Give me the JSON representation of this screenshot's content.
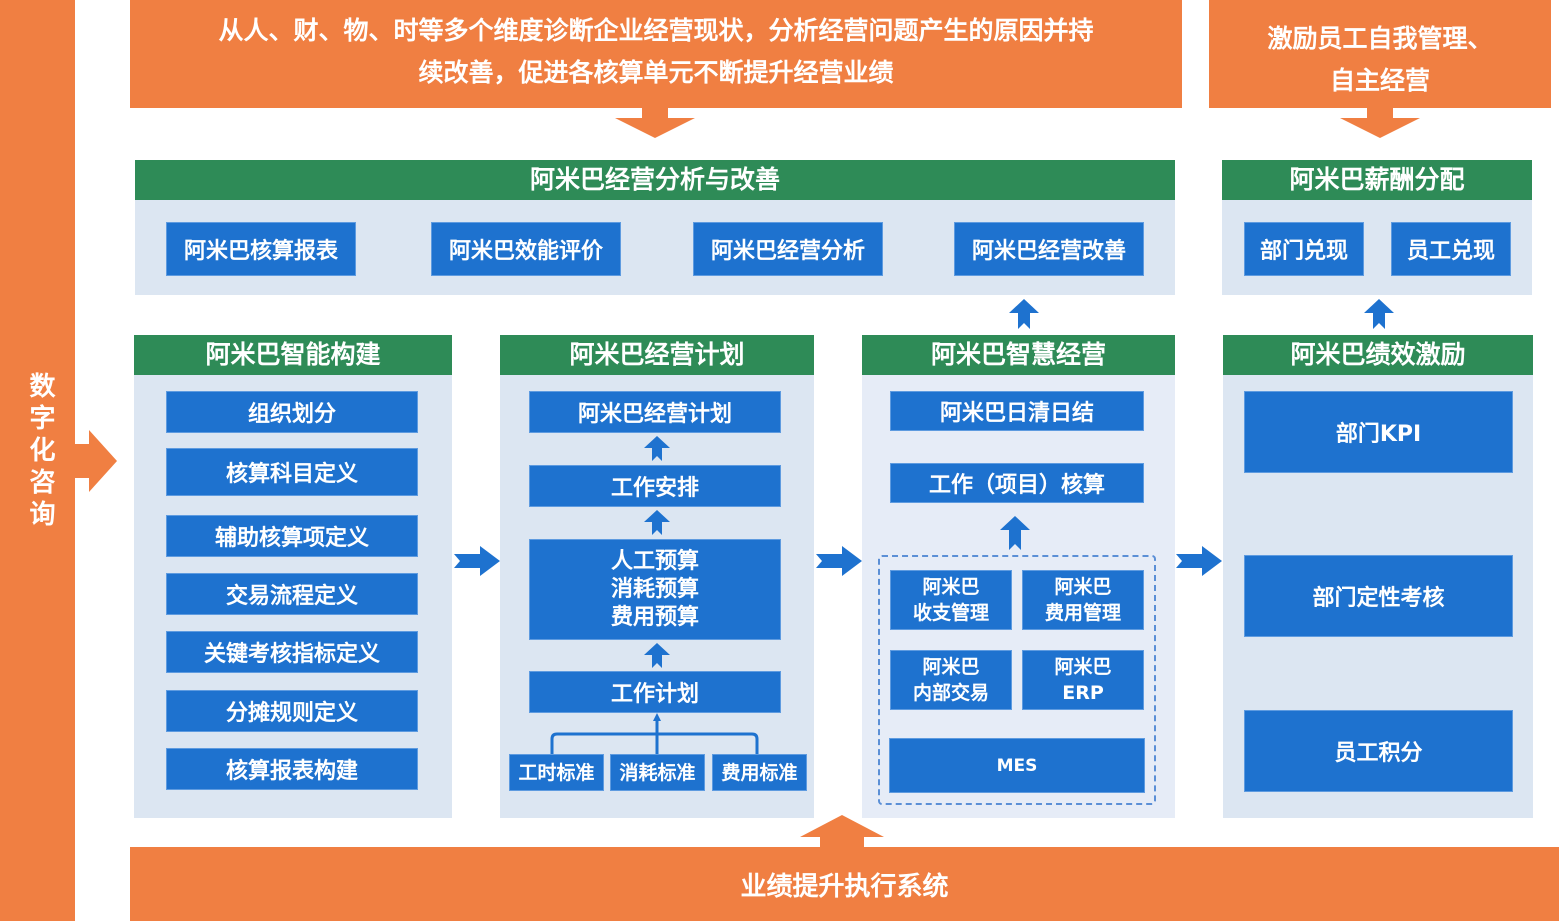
{
  "left_bar": {
    "label": "数字化咨询"
  },
  "top_banner": {
    "text_line1": "从人、财、物、时等多个维度诊断企业经营现状，分析经营问题产生的原因并持",
    "text_line2": "续改善，促进各核算单元不断提升经营业绩"
  },
  "top_right_banner": {
    "text_line1": "激励员工自我管理、",
    "text_line2": "自主经营"
  },
  "analysis_section": {
    "title": "阿米巴经营分析与改善",
    "items": [
      "阿米巴核算报表",
      "阿米巴效能评价",
      "阿米巴经营分析",
      "阿米巴经营改善"
    ]
  },
  "salary_section": {
    "title": "阿米巴薪酬分配",
    "items": [
      "部门兑现",
      "员工兑现"
    ]
  },
  "build_column": {
    "title": "阿米巴智能构建",
    "items": [
      "组织划分",
      "核算科目定义",
      "辅助核算项定义",
      "交易流程定义",
      "关键考核指标定义",
      "分摊规则定义",
      "核算报表构建"
    ]
  },
  "plan_column": {
    "title": "阿米巴经营计划",
    "top": "阿米巴经营计划",
    "arrange": "工作安排",
    "budget_lines": [
      "人工预算",
      "消耗预算",
      "费用预算"
    ],
    "work_plan": "工作计划",
    "standards": [
      "工时标准",
      "消耗标准",
      "费用标准"
    ]
  },
  "smart_column": {
    "title": "阿米巴智慧经营",
    "daily": "阿米巴日清日结",
    "project": "工作（项目）核算",
    "systems": [
      {
        "line1": "阿米巴",
        "line2": "收支管理"
      },
      {
        "line1": "阿米巴",
        "line2": "费用管理"
      },
      {
        "line1": "阿米巴",
        "line2": "内部交易"
      },
      {
        "line1": "阿米巴",
        "line2": "ERP"
      }
    ],
    "mes": "MES"
  },
  "incentive_column": {
    "title": "阿米巴绩效激励",
    "items": [
      "部门KPI",
      "部门定性考核",
      "员工积分"
    ]
  },
  "bottom_banner": {
    "label": "业绩提升执行系统"
  },
  "colors": {
    "orange": "#F07F42",
    "green": "#2E8B57",
    "blue": "#1E72CF",
    "panel": "#DCE6F2"
  }
}
